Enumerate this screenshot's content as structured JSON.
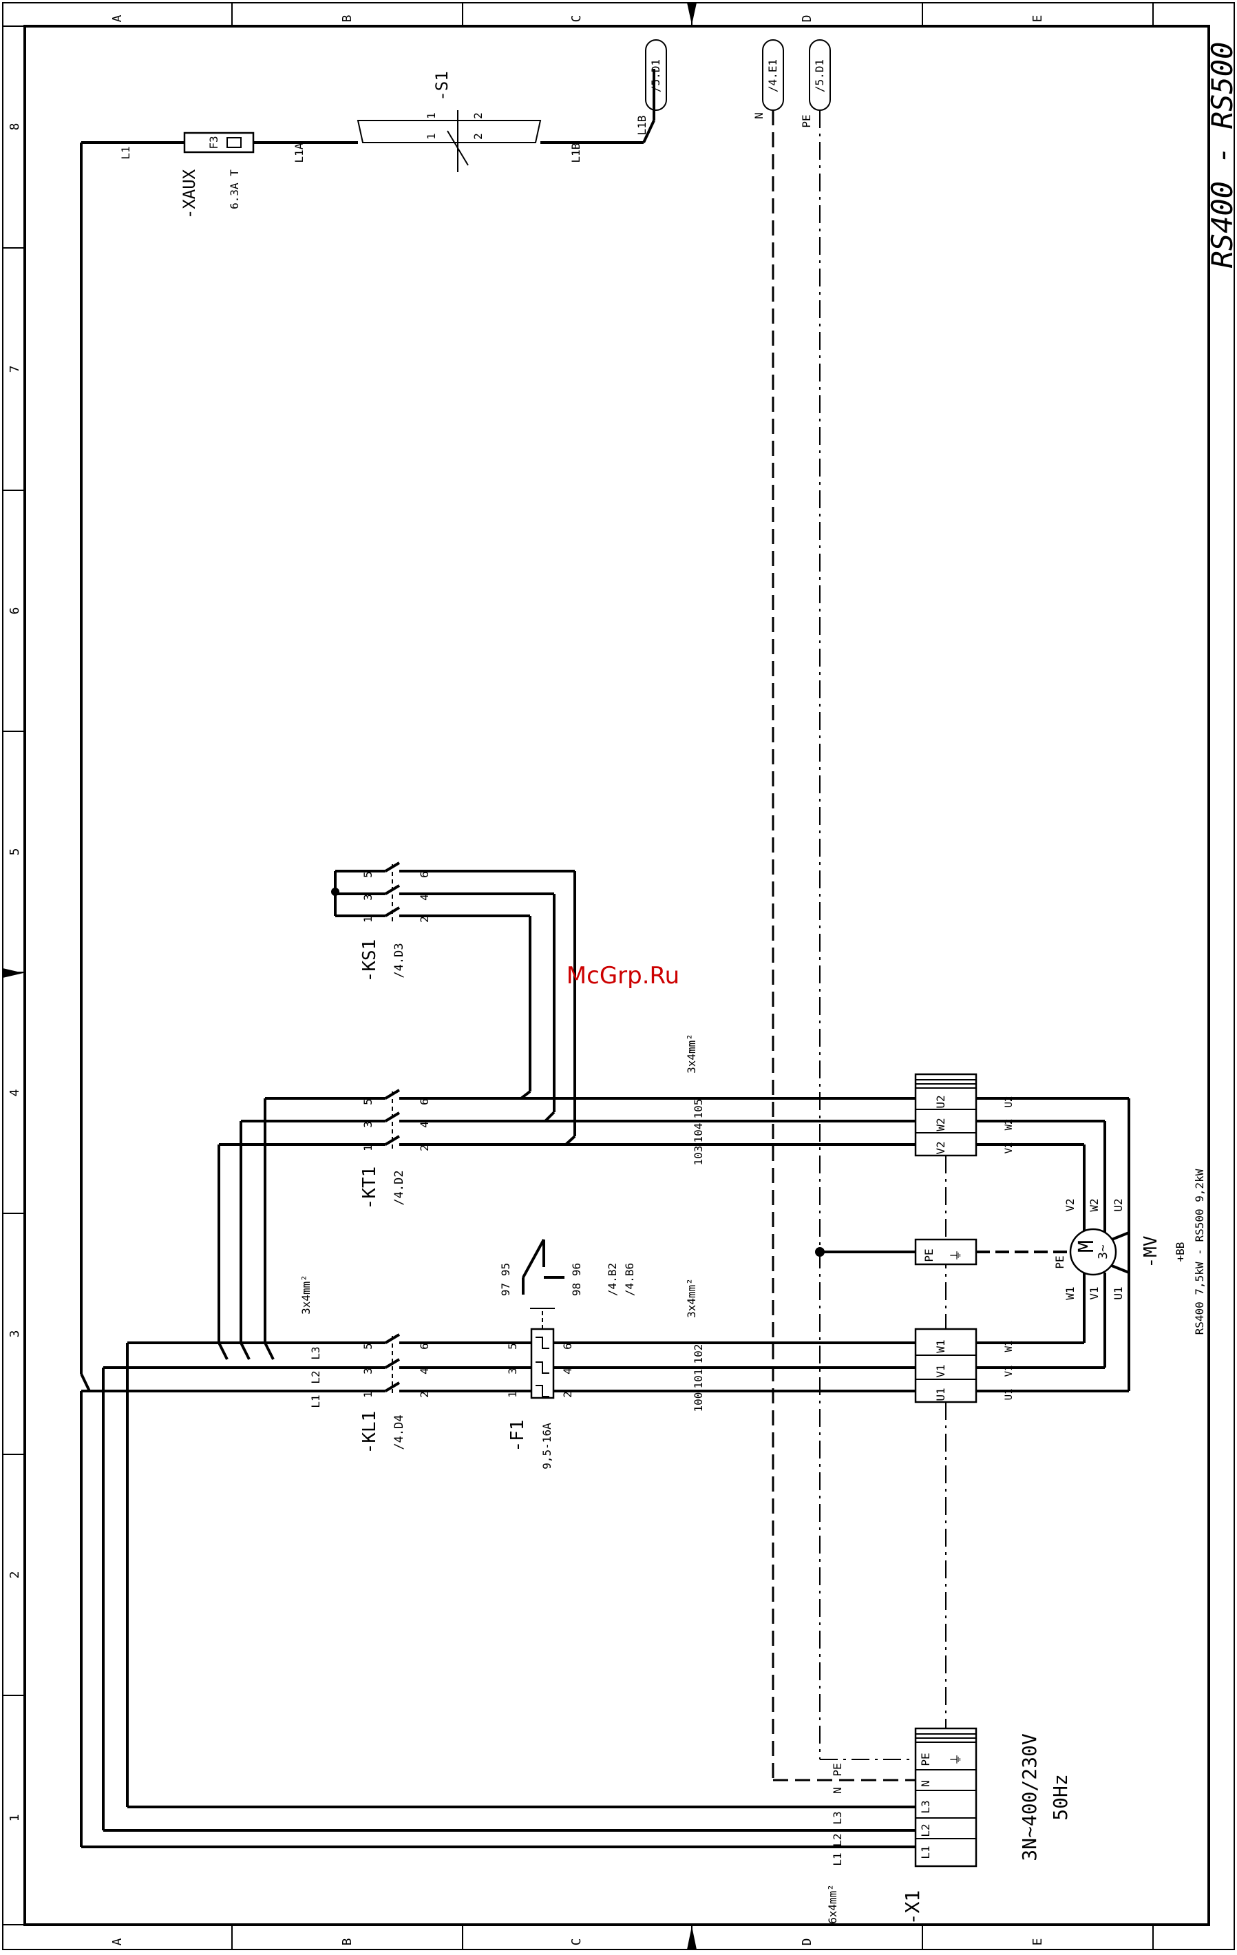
{
  "title": "RS400 - RS500",
  "watermark": "McGrp.Ru",
  "frame": {
    "rows": [
      "A",
      "B",
      "C",
      "D",
      "E"
    ],
    "columns": [
      "8",
      "7",
      "6",
      "5",
      "4",
      "3",
      "2",
      "1"
    ]
  },
  "aux": {
    "tag": "-XAUX",
    "fuse": "F3",
    "fuse_rating": "6.3A T",
    "wire_in": "L1",
    "wire_out": "L1A"
  },
  "switch_s1": {
    "tag": "-S1",
    "pins": [
      "1",
      "1",
      "2",
      "2"
    ],
    "wire_out": "L1B"
  },
  "refs_top": [
    {
      "wire": "L1B",
      "ref": "/5.D1"
    },
    {
      "wire": "N",
      "ref": "/4.E1"
    },
    {
      "wire": "PE",
      "ref": "/5.D1"
    }
  ],
  "ks1": {
    "tag": "-KS1",
    "ref": "/4.D3",
    "pins_top": [
      "5",
      "3",
      "1"
    ],
    "pins_bot": [
      "6",
      "4",
      "2"
    ]
  },
  "kt1": {
    "tag": "-KT1",
    "ref": "/4.D2",
    "pins_top": [
      "5",
      "3",
      "1"
    ],
    "pins_bot": [
      "6",
      "4",
      "2"
    ]
  },
  "kl1": {
    "tag": "-KL1",
    "ref": "/4.D4",
    "pins_top": [
      "5",
      "3",
      "1"
    ],
    "pins_bot": [
      "6",
      "4",
      "2"
    ],
    "phases": [
      "L3",
      "L2",
      "L1"
    ]
  },
  "f1": {
    "tag": "-F1",
    "range": "9,5-16A",
    "pins_top": [
      "5",
      "3",
      "1"
    ],
    "pins_bot": [
      "6",
      "4",
      "2"
    ],
    "aux_contacts": [
      "97 95",
      "98 96"
    ],
    "aux_refs": [
      "/4.B2",
      "/4.B6"
    ]
  },
  "cable_upper": {
    "section": "3x4mm²",
    "wires": [
      "105",
      "104",
      "103"
    ]
  },
  "cable_lower": {
    "section": "3x4mm²",
    "wires": [
      "102",
      "101",
      "100"
    ]
  },
  "cable_kl1": "3x4mm²",
  "cable_x1": "6x4mm²",
  "terminal_upper": [
    "U2",
    "W2",
    "V2"
  ],
  "terminal_lower": [
    "W1",
    "V1",
    "U1"
  ],
  "terminal_pe": "PE",
  "motor": {
    "tag": "-MV",
    "location": "+BB",
    "symbol": "M",
    "phases": "3~",
    "rating_line1": "RS400 7,5kW - RS500 9,2kW",
    "pins_upper": [
      "V2",
      "W2",
      "U2"
    ],
    "pins_lower": [
      "W1",
      "V1",
      "U1"
    ],
    "pe": "PE",
    "ext_upper": [
      "U2",
      "W2",
      "V2"
    ],
    "ext_lower": [
      "W1",
      "V1",
      "U1"
    ]
  },
  "x1": {
    "tag": "-X1",
    "terminals": [
      "PE",
      "N",
      "L3",
      "L2",
      "L1"
    ],
    "wires": [
      "PE",
      "N",
      "L3",
      "L2",
      "L1"
    ],
    "supply": "3N~400/230V",
    "freq": "50Hz"
  }
}
